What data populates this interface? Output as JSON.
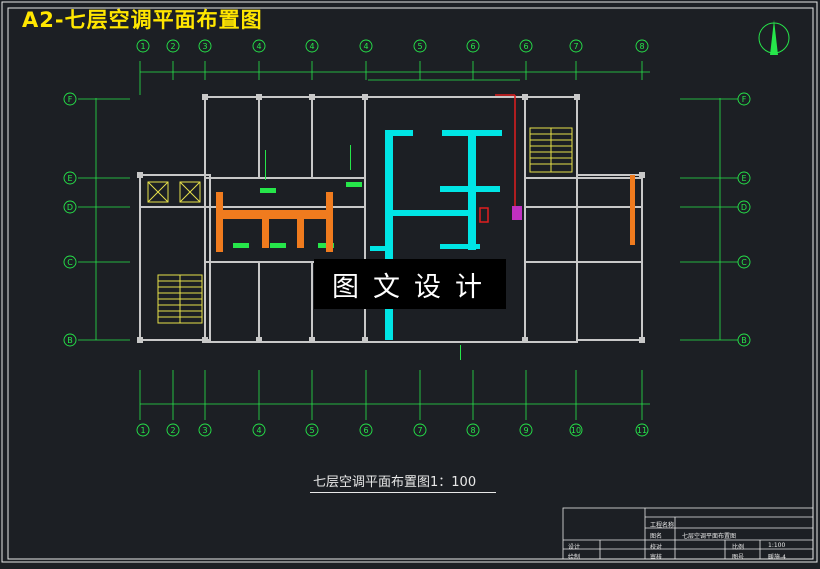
{
  "title": "A2-七层空调平面布置图",
  "watermark": "图文设计",
  "drawing_caption": "七层空调平面布置图1：100",
  "grid": {
    "top_axes": [
      "1",
      "2",
      "3",
      "4",
      "4",
      "4",
      "5",
      "6",
      "6",
      "7",
      "8"
    ],
    "bottom_axes": [
      "1",
      "2",
      "3",
      "4",
      "5",
      "6",
      "7",
      "8",
      "9",
      "10",
      "11"
    ],
    "row_axes": [
      "F",
      "E",
      "D",
      "C",
      "B"
    ]
  },
  "title_block": {
    "project_label": "工程名称",
    "name_label": "图名",
    "name_value": "七层空调平面布置图",
    "design_label": "设计",
    "draw_label": "绘制",
    "check_label": "校对",
    "approve_label": "审核",
    "scale_label": "比例",
    "scale_value": "1:100",
    "sheet_label": "图号",
    "sheet_value": "暖施-4"
  },
  "colors": {
    "background": "#1c1f24",
    "frame": "#e8e8e8",
    "grid_lines": "#26e64a",
    "walls": "#c8c8c8",
    "supply_duct": "#00e5e5",
    "exhaust_duct": "#f07b1e",
    "stairs": "#e6e04a",
    "title": "#ffe600"
  },
  "icons": [
    "north-arrow-icon"
  ]
}
